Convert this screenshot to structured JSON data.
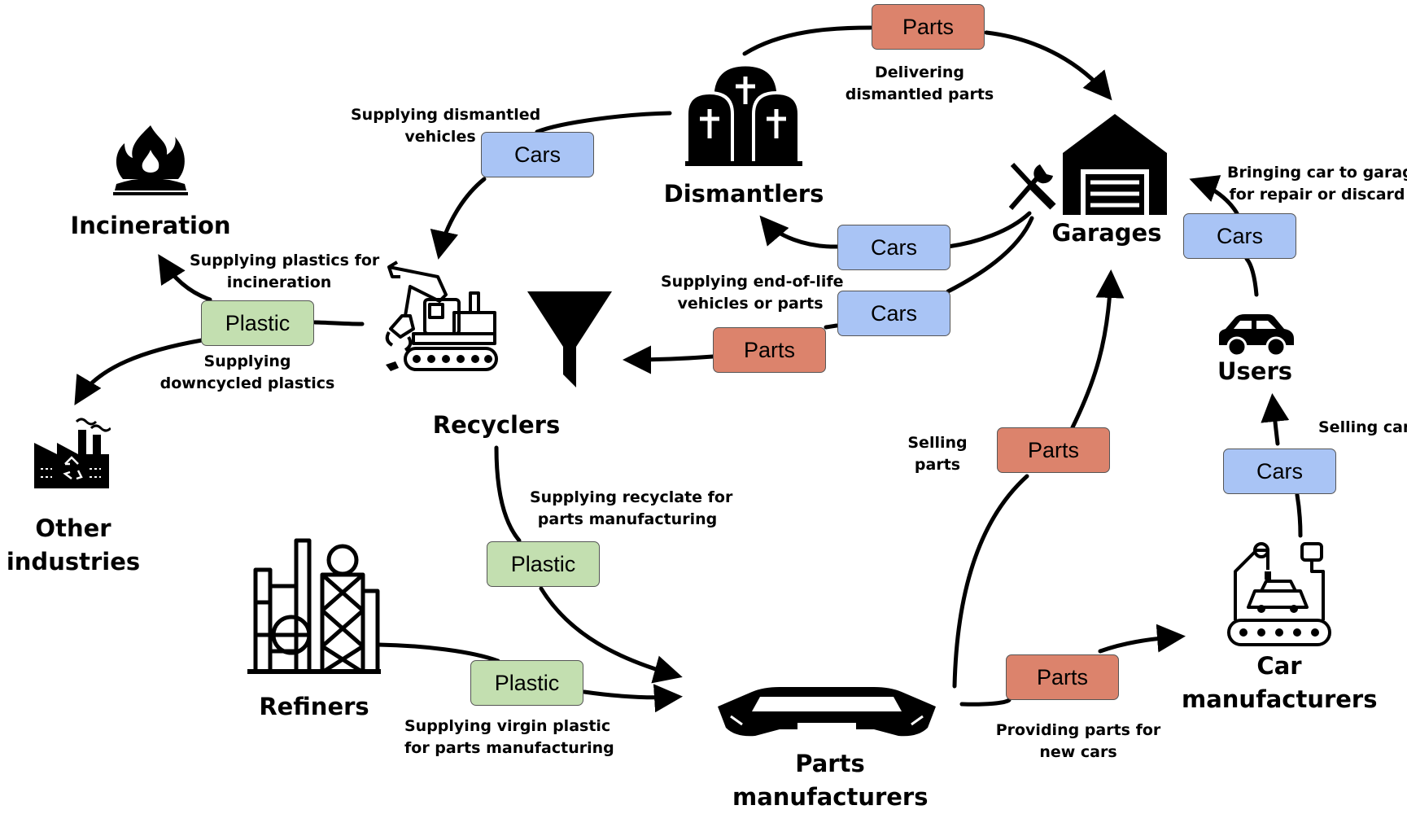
{
  "nodes": {
    "incineration": "Incineration",
    "other_industries": [
      "Other",
      "industries"
    ],
    "recyclers": "Recyclers",
    "dismantlers": "Dismantlers",
    "garages": "Garages",
    "users": "Users",
    "car_manufacturers": [
      "Car",
      "manufacturers"
    ],
    "parts_manufacturers": [
      "Parts",
      "manufacturers"
    ],
    "refiners": "Refiners"
  },
  "annotations": {
    "delivering": [
      "Delivering",
      "dismantled parts"
    ],
    "supplying_dismantled": [
      "Supplying dismantled",
      "vehicles"
    ],
    "supplying_incineration": [
      "Supplying plastics for",
      "incineration"
    ],
    "supplying_downcycled": [
      "Supplying",
      "downcycled plastics"
    ],
    "supplying_eol": [
      "Supplying end-of-life",
      "vehicles or parts"
    ],
    "bringing_car": [
      "Bringing car to garage",
      "for repair or discard"
    ],
    "selling_parts": [
      "Selling",
      "parts"
    ],
    "selling_car": "Selling car",
    "supplying_recyclate": [
      "Supplying recyclate for",
      "parts manufacturing"
    ],
    "supplying_virgin": [
      "Supplying virgin plastic",
      "for parts manufacturing"
    ],
    "providing_parts": [
      "Providing parts for",
      "new cars"
    ]
  },
  "tags": {
    "parts_top": "Parts",
    "cars_dismantled": "Cars",
    "cars_garage_dismantlers": "Cars",
    "cars_garage_recyclers": "Cars",
    "parts_eol": "Parts",
    "cars_users_garage": "Cars",
    "plastic_incineration": "Plastic",
    "parts_selling": "Parts",
    "cars_selling": "Cars",
    "plastic_recyclate": "Plastic",
    "plastic_virgin": "Plastic",
    "parts_providing": "Parts"
  },
  "colors": {
    "cars": "#a9c4f5",
    "parts": "#dc836c",
    "plastic": "#c3dfb0"
  },
  "icons": {
    "incineration": "fire-icon",
    "other_industries": "factory-icon",
    "recyclers": "excavator-icon",
    "funnel": "funnel-icon",
    "dismantlers": "gravestones-icon",
    "garages": "garage-icon",
    "tools": "wrench-screwdriver-icon",
    "users": "car-icon",
    "car_manufacturers": "robot-assembly-icon",
    "parts_manufacturers": "car-bumper-icon",
    "refiners": "refinery-icon"
  }
}
